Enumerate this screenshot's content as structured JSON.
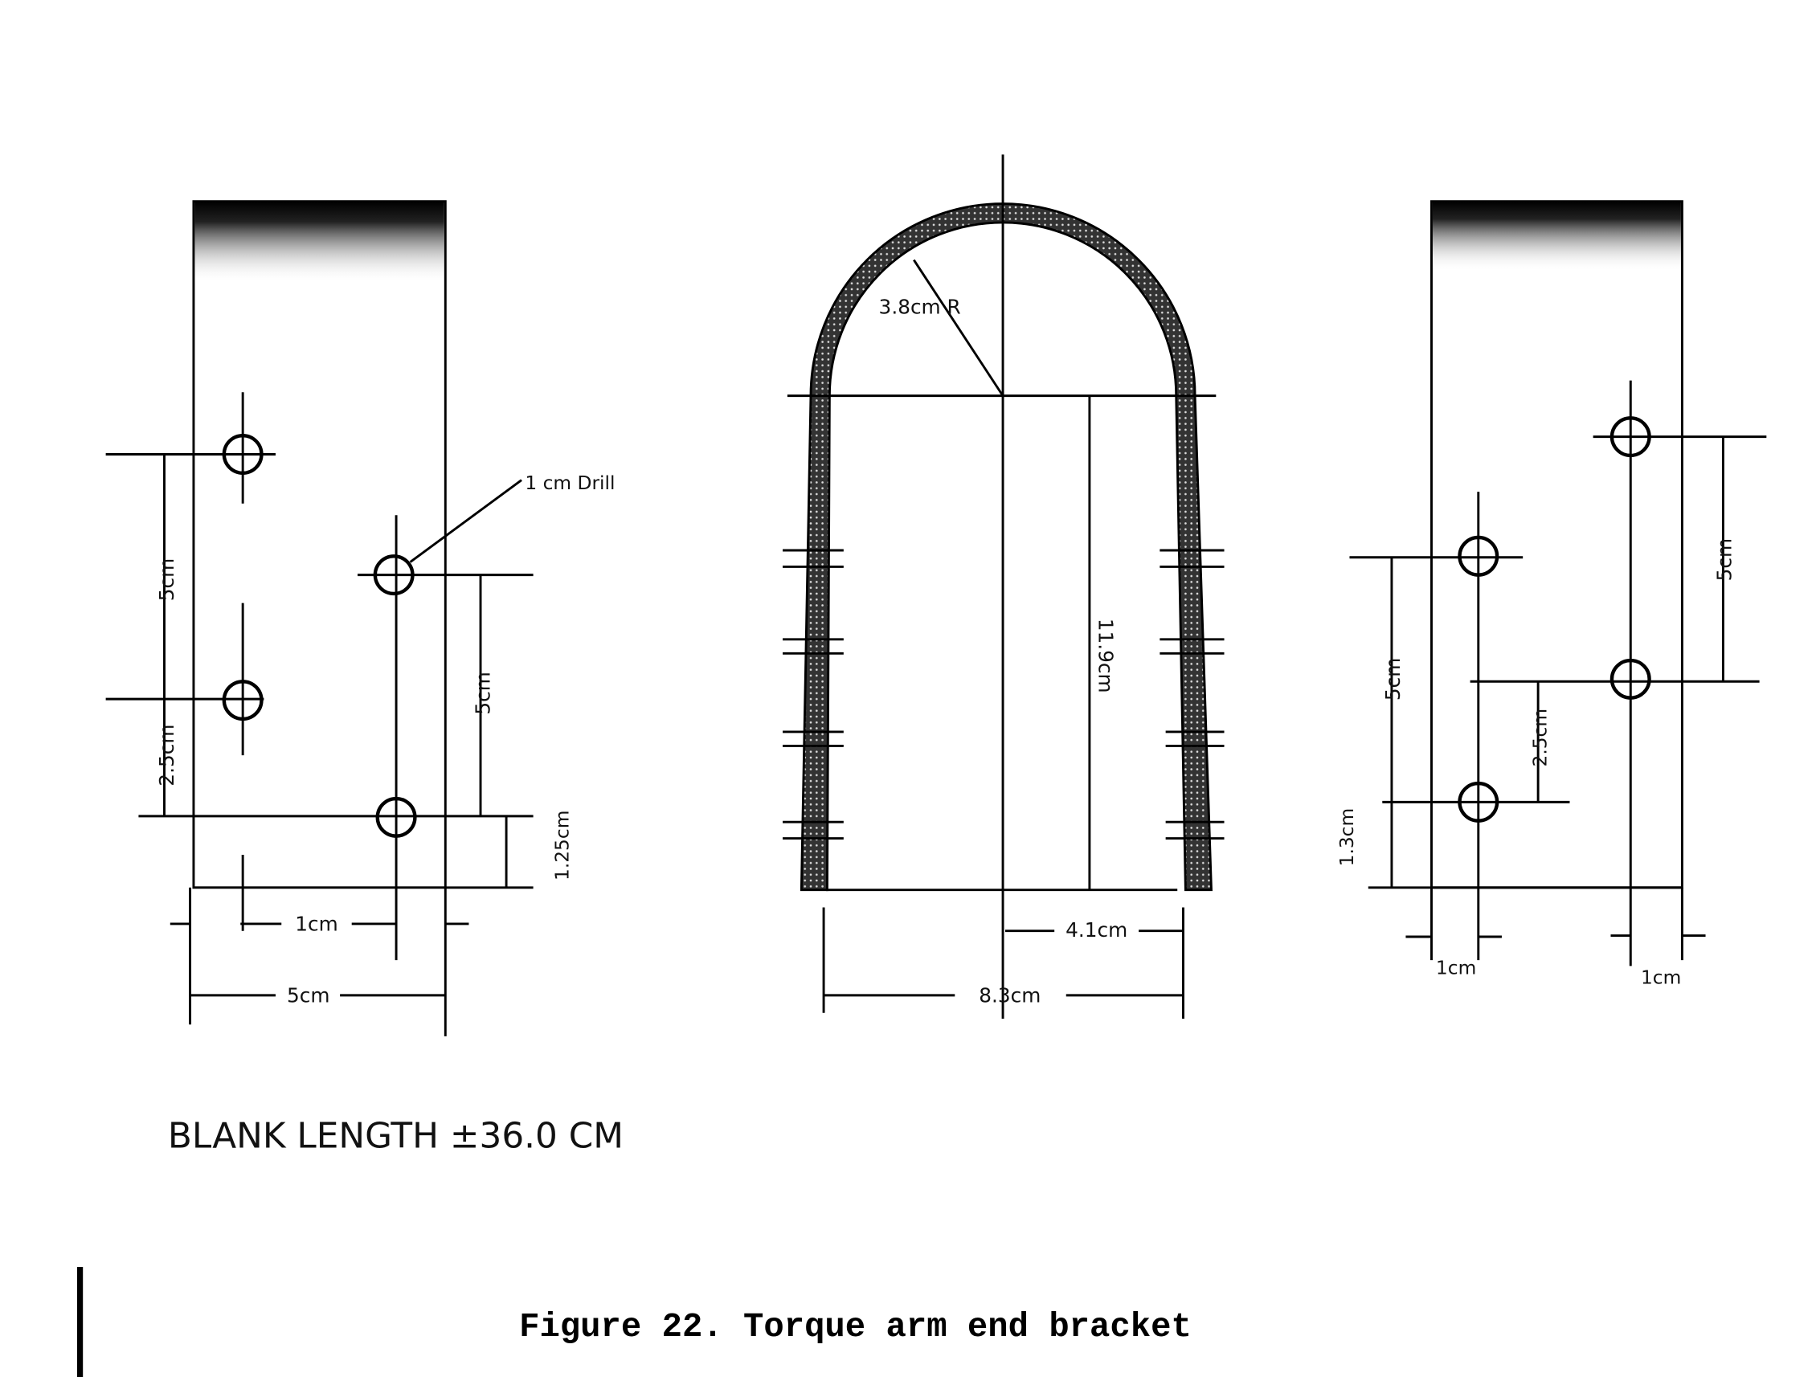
{
  "figure": {
    "caption": "Figure 22. Torque arm end bracket",
    "blank_length": "BLANK LENGTH ±36.0 CM"
  },
  "left_view": {
    "drill_note": "1 cm Drill",
    "dim_hole_spacing_left": "5cm",
    "dim_left_lower": "2.5cm",
    "dim_hole_spacing_right": "5cm",
    "dim_bottom_edge": "1.25cm",
    "dim_edge_offset": "1cm",
    "dim_width": "5cm"
  },
  "center_view": {
    "radius": "3.8cm R",
    "height": "11.9cm",
    "half_width": "4.1cm",
    "width": "8.3cm"
  },
  "right_view": {
    "dim_right_spacing": "5cm",
    "dim_left_spacing": "5cm",
    "dim_offset": "2.5cm",
    "dim_bottom_edge": "1.3cm",
    "dim_edge_left": "1cm",
    "dim_edge_right": "1cm"
  }
}
